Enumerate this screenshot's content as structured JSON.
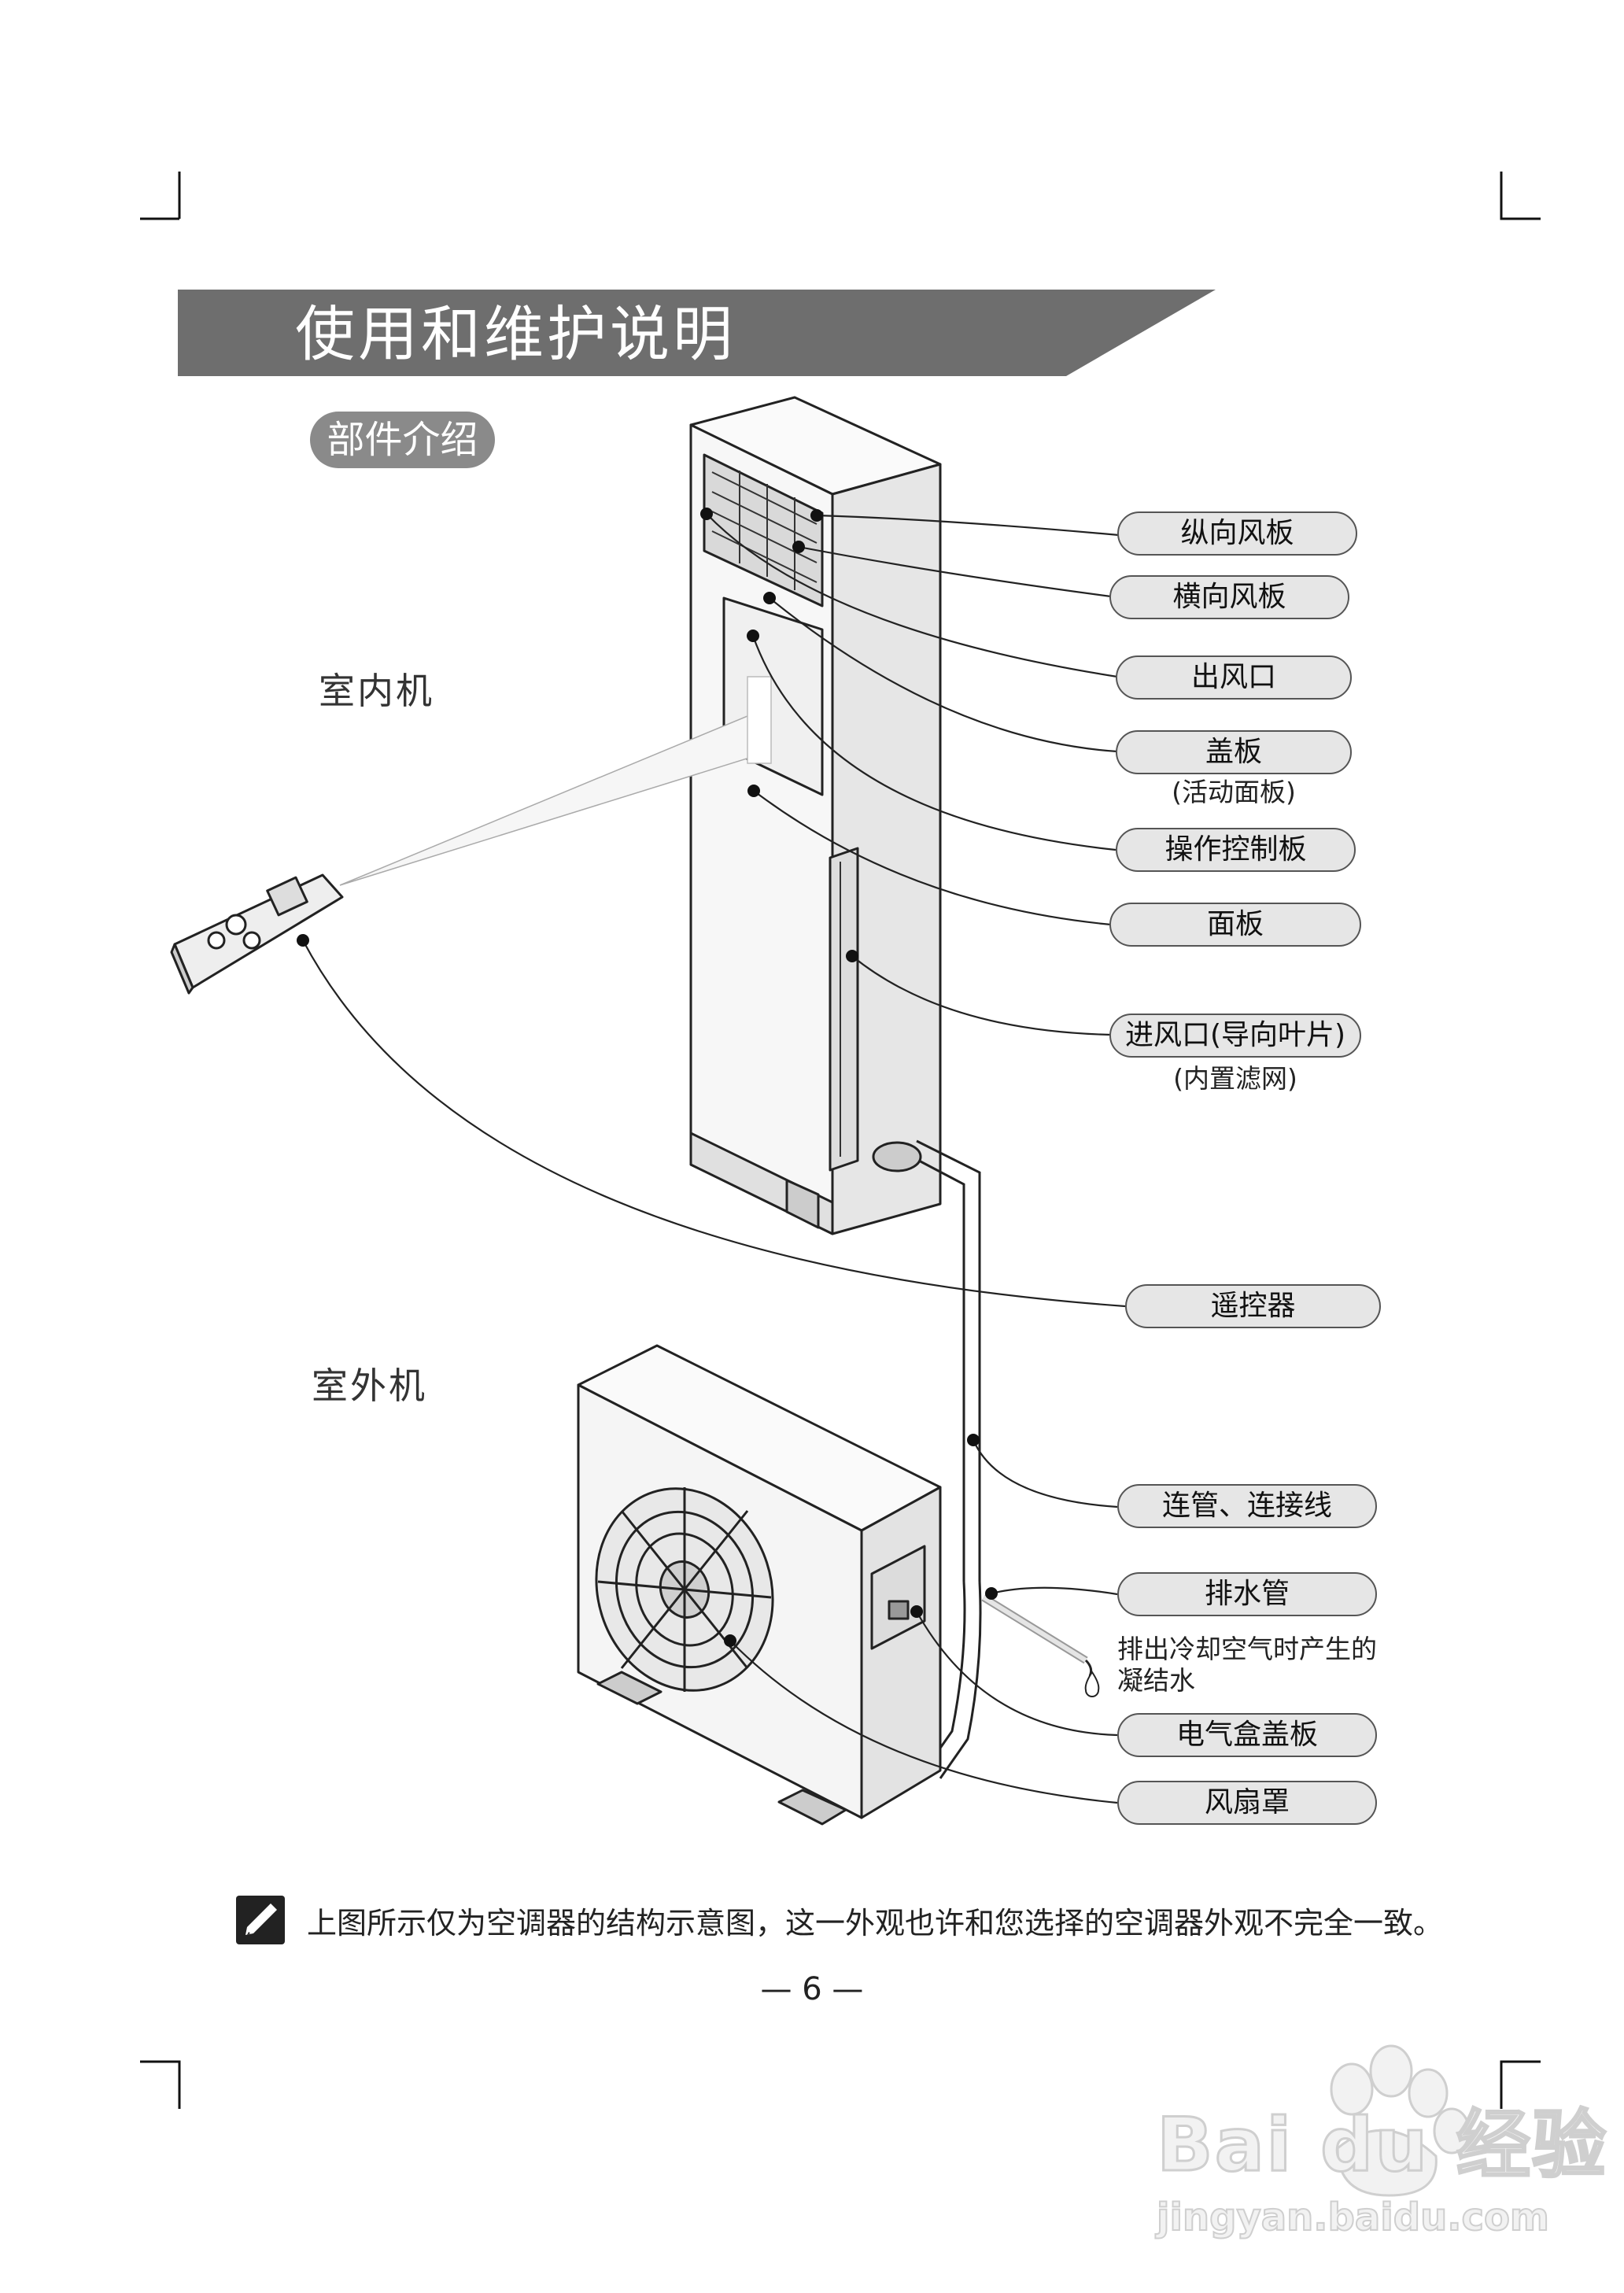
{
  "header": {
    "title": "使用和维护说明"
  },
  "section": {
    "label": "部件介绍"
  },
  "units": {
    "indoor": "室内机",
    "outdoor": "室外机"
  },
  "parts": [
    {
      "label": "纵向风板",
      "sub": ""
    },
    {
      "label": "横向风板",
      "sub": ""
    },
    {
      "label": "出风口",
      "sub": ""
    },
    {
      "label": "盖板",
      "sub": "(活动面板)"
    },
    {
      "label": "操作控制板",
      "sub": ""
    },
    {
      "label": "面板",
      "sub": ""
    },
    {
      "label": "进风口(导向叶片)",
      "sub": "(内置滤网)"
    },
    {
      "label": "遥控器",
      "sub": ""
    },
    {
      "label": "连管、连接线",
      "sub": ""
    },
    {
      "label": "排水管",
      "sub": ""
    },
    {
      "label": "电气盒盖板",
      "sub": ""
    },
    {
      "label": "风扇罩",
      "sub": ""
    }
  ],
  "drain_note": {
    "line1": "排出冷却空气时产生的",
    "line2": "凝结水"
  },
  "note": {
    "icon": "pencil-icon",
    "text": "上图所示仅为空调器的结构示意图，这一外观也许和您选择的空调器外观不完全一致。"
  },
  "page": {
    "number": "— 6 —"
  },
  "watermark": {
    "brand": "Bai du 经验",
    "url": "jingyan.baidu.com"
  },
  "colors": {
    "banner": "#6e6e6e",
    "pill": "#8a8a8a",
    "part_pill": "#e6e6e6"
  }
}
